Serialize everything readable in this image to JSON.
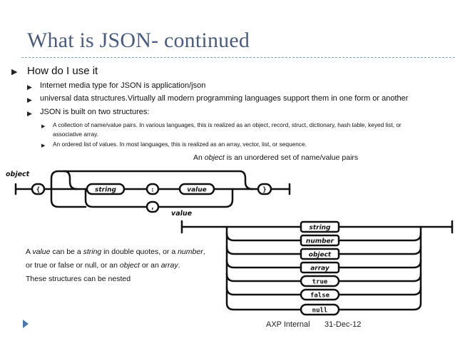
{
  "slide": {
    "title": "What is JSON- continued",
    "bullet_main": "How do I use it",
    "bullets_l2": [
      "Internet media type for JSON is application/json",
      "universal data structures.Virtually all modern programming languages support them in one form or another",
      "JSON is built on two structures:"
    ],
    "bullets_l3": [
      "A collection of name/value pairs. In various languages, this is realized as an object, record, struct, dictionary, hash table, keyed list, or associative array.",
      "An ordered list of values. In most languages, this is realized as an array, vector, list, or sequence."
    ],
    "object_caption": {
      "prefix": "An ",
      "emph": "object",
      "suffix": " is an unordered set of name/value pairs"
    },
    "value_description": [
      {
        "parts": [
          "A ",
          "value",
          " can be a ",
          "string",
          " in double quotes, or a ",
          "number",
          ","
        ]
      },
      {
        "parts": [
          "or true or false or null, or an ",
          "object",
          " or an ",
          "array",
          "."
        ]
      },
      {
        "parts": [
          "These structures can be nested"
        ]
      }
    ],
    "footer": {
      "org": "AXP Internal",
      "date": "31-Dec-12"
    }
  },
  "object_diagram": {
    "label": "object",
    "open_brace": "{",
    "close_brace": "}",
    "string": "string",
    "colon": ":",
    "value": "value",
    "comma": ",",
    "bottom_label": "value"
  },
  "value_diagram": {
    "options": [
      "string",
      "number",
      "object",
      "array",
      "true",
      "false",
      "null"
    ]
  },
  "colors": {
    "title": "#4a5d7c",
    "rule": "#7aa7b3",
    "footer_marker": "#4a78a8",
    "pill_fill": "#ffffff",
    "stroke": "#111111"
  }
}
